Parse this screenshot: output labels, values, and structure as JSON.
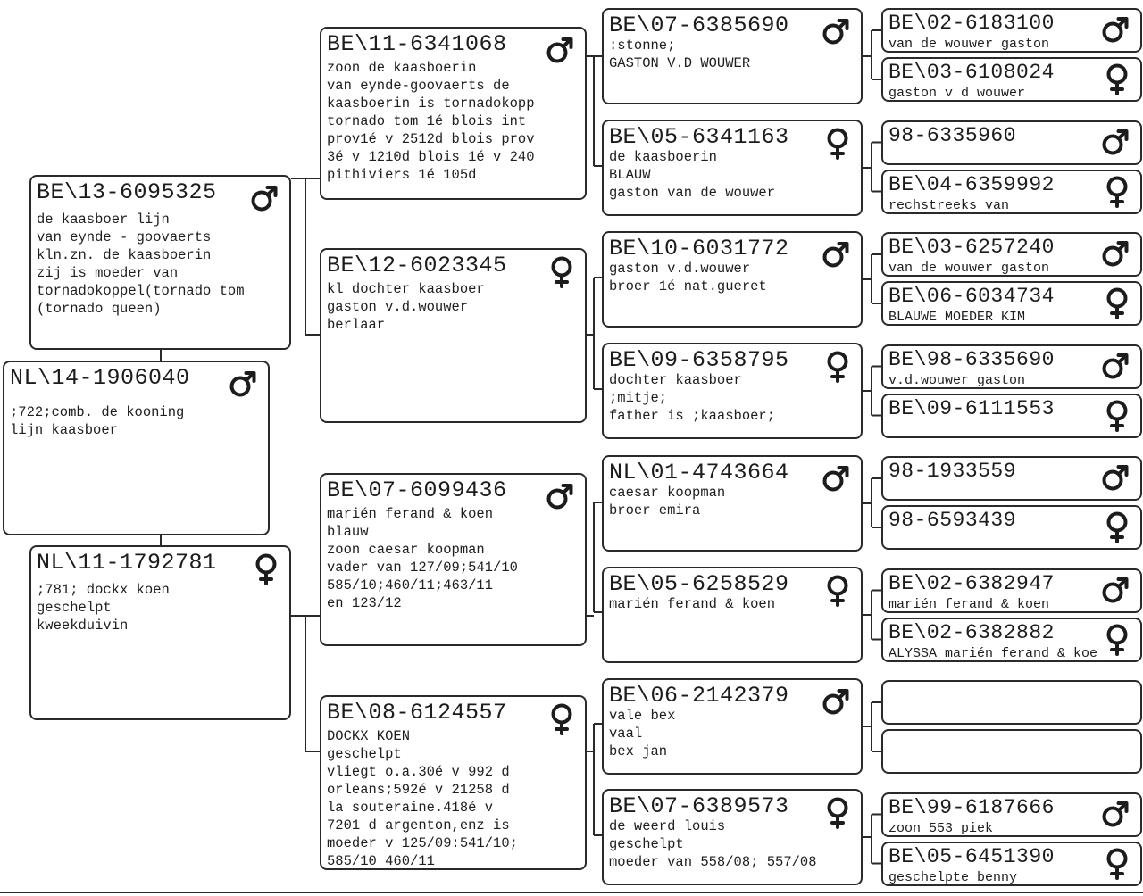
{
  "icons": {
    "male": "male-symbol-icon",
    "female": "female-symbol-icon"
  },
  "pigeons": {
    "root": {
      "ring": "NL\\14-1906040",
      "sex": "male",
      "lines": [
        ";722;comb. de kooning",
        "lijn kaasboer"
      ]
    },
    "f": {
      "ring": "BE\\13-6095325",
      "sex": "male",
      "lines": [
        "de kaasboer lijn",
        "",
        "van eynde - goovaerts",
        "kln.zn. de kaasboerin",
        "zij is moeder van",
        "tornadokoppel(tornado tom",
        "(tornado queen)"
      ]
    },
    "m": {
      "ring": "NL\\11-1792781",
      "sex": "female",
      "lines": [
        ";781; dockx koen",
        "geschelpt",
        "kweekduivin"
      ]
    },
    "ff": {
      "ring": "BE\\11-6341068",
      "sex": "male",
      "lines": [
        "zoon de kaasboerin",
        "",
        "van eynde-goovaerts de",
        "kaasboerin is tornadokopp",
        "tornado tom 1é blois int",
        "prov1é v 2512d blois prov",
        "3é v 1210d blois 1é v 240",
        "pithiviers 1é 105d"
      ]
    },
    "fm": {
      "ring": "BE\\12-6023345",
      "sex": "female",
      "lines": [
        "kl dochter kaasboer",
        "",
        "gaston v.d.wouwer",
        "berlaar"
      ]
    },
    "mf": {
      "ring": "BE\\07-6099436",
      "sex": "male",
      "lines": [
        "marién ferand & koen",
        "blauw",
        "zoon caesar koopman",
        "vader van 127/09;541/10",
        "585/10;460/11;463/11",
        "en 123/12"
      ]
    },
    "mm": {
      "ring": "BE\\08-6124557",
      "sex": "female",
      "lines": [
        "DOCKX KOEN",
        "geschelpt",
        "vliegt o.a.30é v 992 d",
        "orleans;592é v 21258 d",
        "la souteraine.418é v",
        "7201 d argenton,enz is",
        "moeder v 125/09:541/10;",
        "585/10 460/11"
      ]
    },
    "fff": {
      "ring": "BE\\07-6385690",
      "sex": "male",
      "lines": [
        ":stonne;",
        "",
        "GASTON V.D WOUWER"
      ]
    },
    "ffm": {
      "ring": "BE\\05-6341163",
      "sex": "female",
      "lines": [
        "de kaasboerin",
        "BLAUW",
        "gaston van de wouwer"
      ]
    },
    "fmf": {
      "ring": "BE\\10-6031772",
      "sex": "male",
      "lines": [
        "gaston v.d.wouwer",
        "",
        "broer 1é nat.gueret"
      ]
    },
    "fmm": {
      "ring": "BE\\09-6358795",
      "sex": "female",
      "lines": [
        "dochter kaasboer",
        ";mitje;",
        "father is ;kaasboer;"
      ]
    },
    "mff": {
      "ring": "NL\\01-4743664",
      "sex": "male",
      "lines": [
        "caesar koopman",
        "",
        "broer emira"
      ]
    },
    "mfm": {
      "ring": "BE\\05-6258529",
      "sex": "female",
      "lines": [
        "marién ferand & koen"
      ]
    },
    "mmf": {
      "ring": "BE\\06-2142379",
      "sex": "male",
      "lines": [
        "vale bex",
        "vaal",
        "bex jan"
      ]
    },
    "mmm": {
      "ring": "BE\\07-6389573",
      "sex": "female",
      "lines": [
        "de weerd louis",
        "geschelpt",
        "moeder van 558/08; 557/08"
      ]
    },
    "ffff": {
      "ring": "BE\\02-6183100",
      "sex": "male",
      "lines": [
        "van de wouwer gaston"
      ]
    },
    "fffm": {
      "ring": "BE\\03-6108024",
      "sex": "female",
      "lines": [
        "gaston v d wouwer"
      ]
    },
    "ffmf": {
      "ring": "98-6335960",
      "sex": "male",
      "lines": []
    },
    "ffmm": {
      "ring": "BE\\04-6359992",
      "sex": "female",
      "lines": [
        "rechstreeks van"
      ]
    },
    "fmff": {
      "ring": "BE\\03-6257240",
      "sex": "male",
      "lines": [
        "van de wouwer gaston"
      ]
    },
    "fmfm": {
      "ring": "BE\\06-6034734",
      "sex": "female",
      "lines": [
        "BLAUWE MOEDER KIM"
      ]
    },
    "fmmf": {
      "ring": "BE\\98-6335690",
      "sex": "male",
      "lines": [
        "v.d.wouwer gaston"
      ]
    },
    "fmmm": {
      "ring": "BE\\09-6111553",
      "sex": "female",
      "lines": []
    },
    "mfff": {
      "ring": "98-1933559",
      "sex": "male",
      "lines": []
    },
    "mffm": {
      "ring": "98-6593439",
      "sex": "female",
      "lines": []
    },
    "mfmf": {
      "ring": "BE\\02-6382947",
      "sex": "male",
      "lines": [
        "marién ferand & koen"
      ]
    },
    "mfmm": {
      "ring": "BE\\02-6382882",
      "sex": "female",
      "lines": [
        "ALYSSA marién ferand & koe"
      ]
    },
    "mmff": {
      "ring": "",
      "sex": "",
      "lines": []
    },
    "mmfm": {
      "ring": "",
      "sex": "",
      "lines": []
    },
    "mmmf": {
      "ring": "BE\\99-6187666",
      "sex": "male",
      "lines": [
        "zoon 553 piek"
      ]
    },
    "mmmm": {
      "ring": "BE\\05-6451390",
      "sex": "female",
      "lines": [
        "geschelpte benny"
      ]
    }
  }
}
